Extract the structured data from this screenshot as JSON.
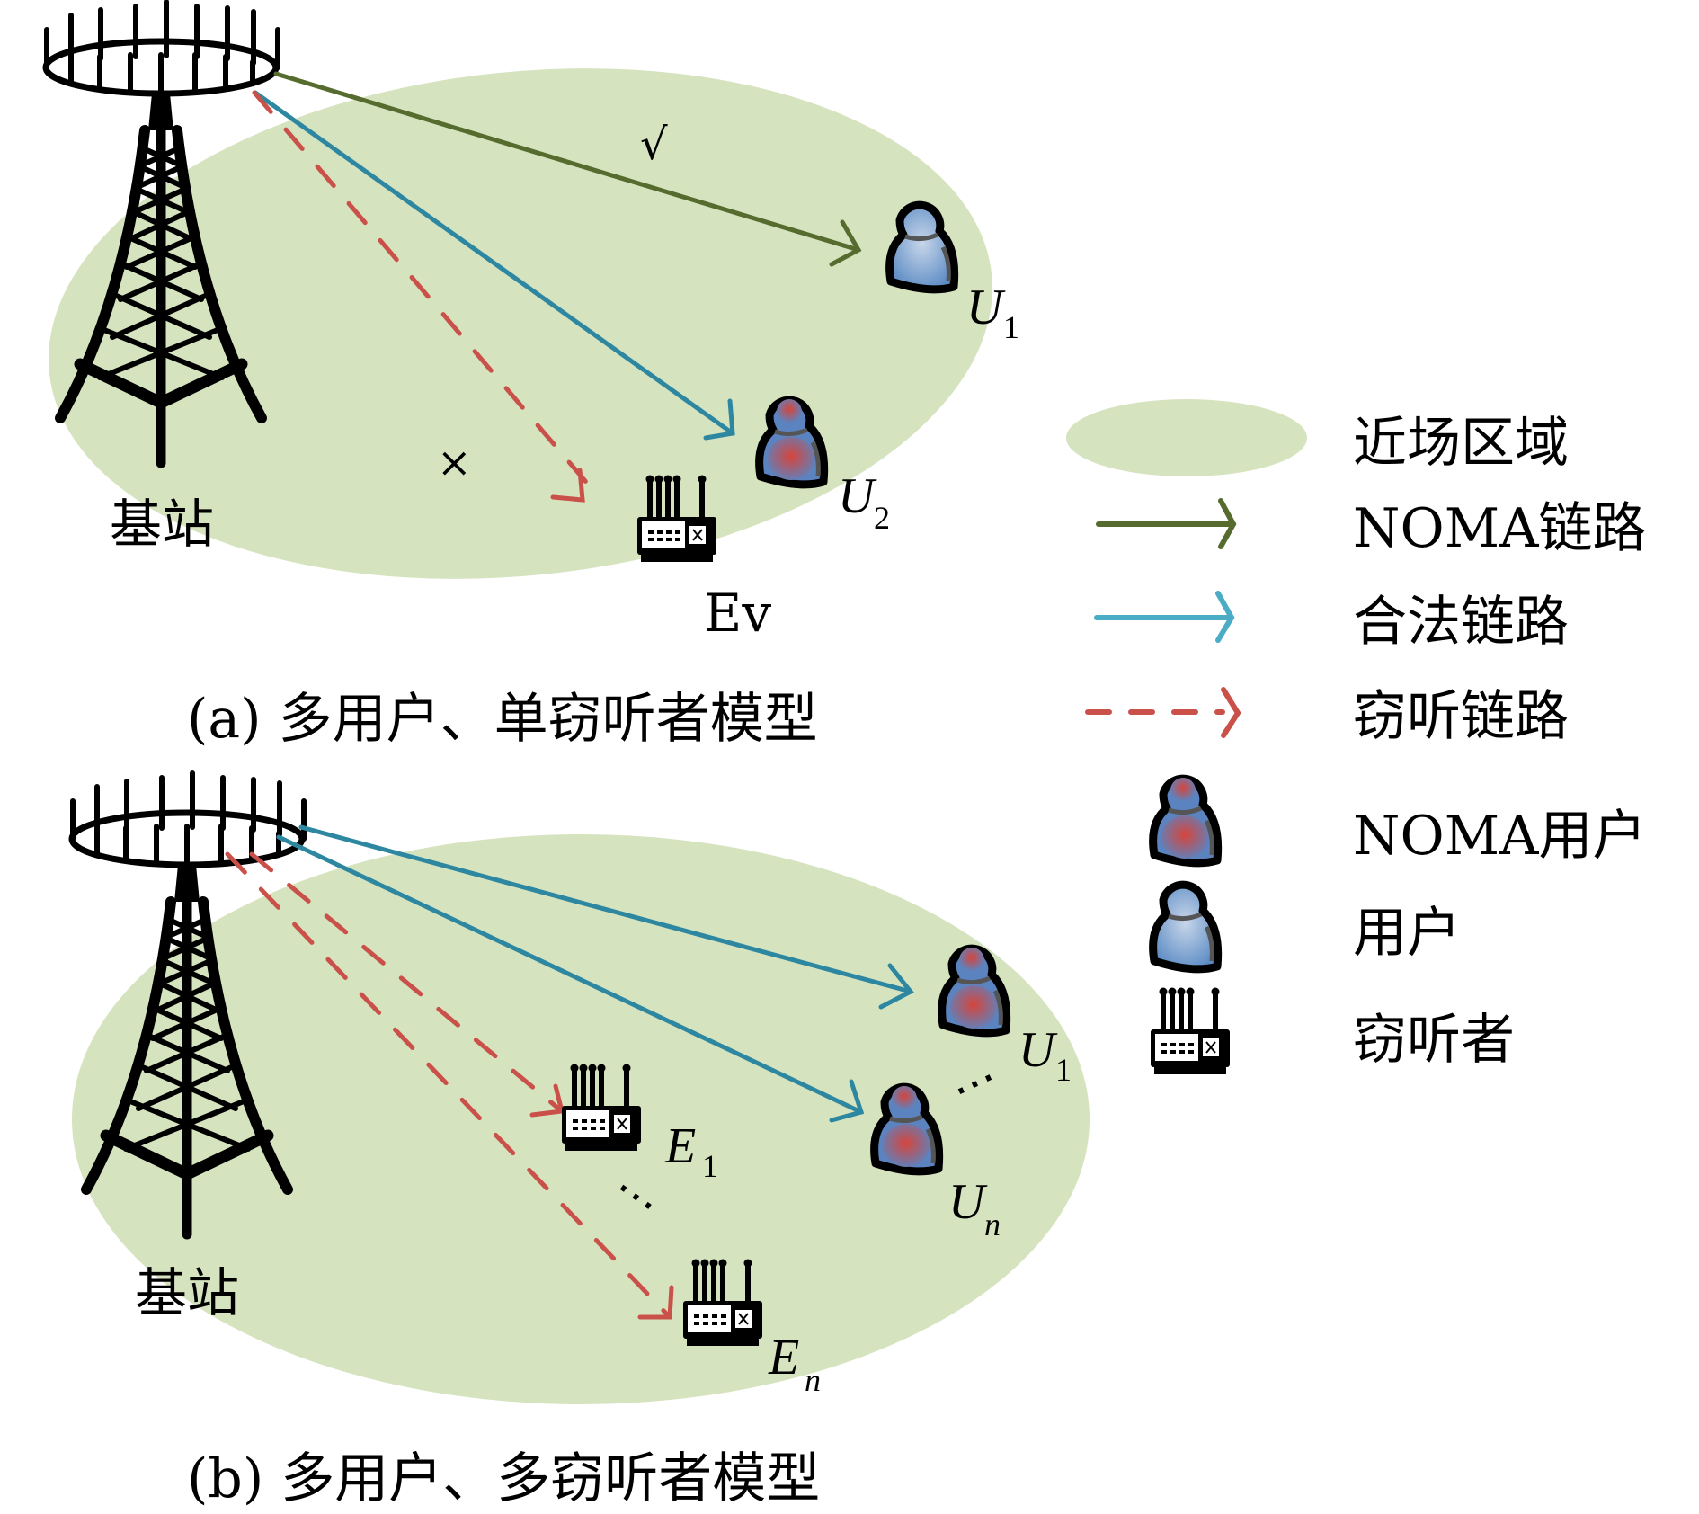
{
  "colors": {
    "region_fill": "#d6e3bf",
    "noma_link": "#566b2e",
    "legit_link": "#2e87a0",
    "legit_link_legend": "#4bacc6",
    "eaves_link": "#c9514a",
    "user_blue": "#5b8bc4",
    "noma_red": "#c9514a"
  },
  "panel_a": {
    "base_station_label": "基站",
    "user1": {
      "symbol": "U",
      "sub": "1"
    },
    "user2": {
      "symbol": "U",
      "sub": "2"
    },
    "eavesdropper_label": "Ev",
    "check_mark": "√",
    "cross_mark": "×",
    "caption": "(a) 多用户、单窃听者模型"
  },
  "panel_b": {
    "base_station_label": "基站",
    "user1": {
      "symbol": "U",
      "sub": "1"
    },
    "usern": {
      "symbol": "U",
      "sub": "n"
    },
    "eaves1": {
      "symbol": "E",
      "sub": "1"
    },
    "eavesn": {
      "symbol": "E",
      "sub": "n"
    },
    "ellipsis": "⋯",
    "caption": "(b) 多用户、多窃听者模型"
  },
  "legend": {
    "near_field": "近场区域",
    "noma_link": "NOMA链路",
    "legit_link": "合法链路",
    "eaves_link": "窃听链路",
    "noma_user": "NOMA用户",
    "user": "用户",
    "eavesdropper": "窃听者"
  }
}
